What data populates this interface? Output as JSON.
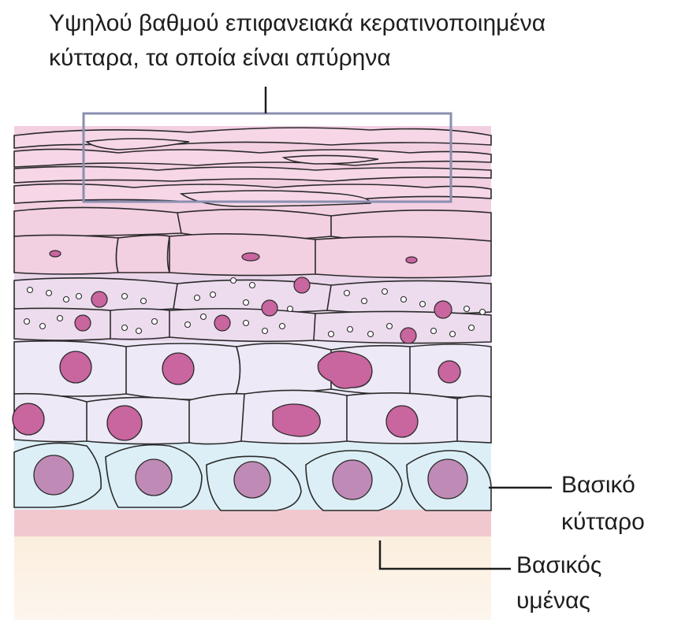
{
  "labels": {
    "keratinized_line1": "Υψηλού βαθμού επιφανειακά κερατινοποιημένα",
    "keratinized_line2": "κύτταρα, τα οποία είναι απύρηνα",
    "basal_cell_line1": "Βασικό",
    "basal_cell_line2": "κύτταρο",
    "basement_line1": "Βασικός",
    "basement_line2": "υμένας"
  },
  "colors": {
    "keratin_layer": "#f3cfe2",
    "granular_layer": "#e9d6ea",
    "spinous_layer": "#ece7f5",
    "basal_layer": "#dceff6",
    "nucleus": "#c9659f",
    "basal_nucleus": "#c08ab6",
    "basement_membrane": "#f2c8cf",
    "dermis": "#fbf0e2",
    "outline": "#2a2a2a",
    "highlight_box": "#8a8fb0"
  }
}
